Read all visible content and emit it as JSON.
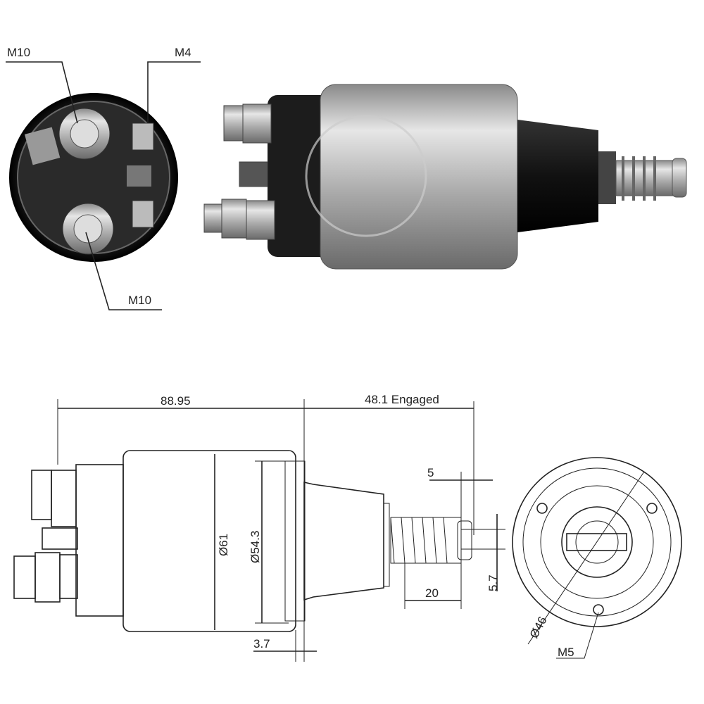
{
  "photo_labels": {
    "top_left": "M10",
    "top_right": "M4",
    "bottom": "M10"
  },
  "dimensions": {
    "length_body": "88.95",
    "length_engaged": "48.1 Engaged",
    "diameter_body": "Ø61",
    "diameter_inner": "Ø54.3",
    "thread_length": "5",
    "plunger_length": "20",
    "plunger_width": "5.7",
    "flange": "3.7",
    "bolt_circle": "Ø46",
    "mount_thread": "M5"
  },
  "colors": {
    "metal": "#b9b9b9",
    "dark": "#1c1c1c",
    "line": "#222222"
  }
}
